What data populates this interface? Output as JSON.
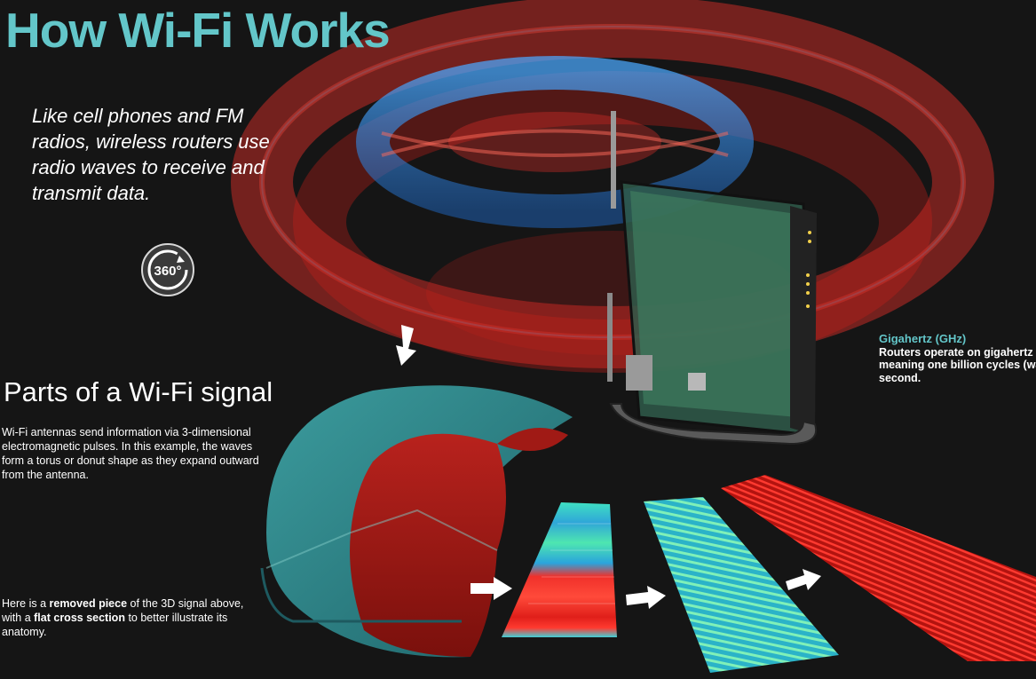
{
  "header": {
    "title": "How Wi-Fi Works"
  },
  "intro": {
    "text": "Like cell phones and FM radios, wireless routers use radio waves to receive and transmit data."
  },
  "rotate_button": {
    "label": "360°",
    "icon": "rotate-360-icon"
  },
  "parts_section": {
    "heading": "Parts of a Wi-Fi signal",
    "body": "Wi-Fi antennas send information via 3-dimensional electromagnetic pulses. In this example, the waves form a torus or donut shape as they expand outward from the antenna.",
    "note_prefix": "Here is a ",
    "note_bold_1": "removed piece",
    "note_middle": " of the 3D signal above, with a ",
    "note_bold_2": "flat cross section",
    "note_suffix": " to better illustrate its anatomy."
  },
  "gigahertz": {
    "title": "Gigahertz (GHz)",
    "body": "Routers operate on gigahertz frequencies, meaning one billion cycles (waves) per second."
  },
  "colors": {
    "accent": "#63c6c9",
    "wave_red": "#e8302a",
    "wave_blue": "#2f8fe0",
    "background": "#151515"
  }
}
